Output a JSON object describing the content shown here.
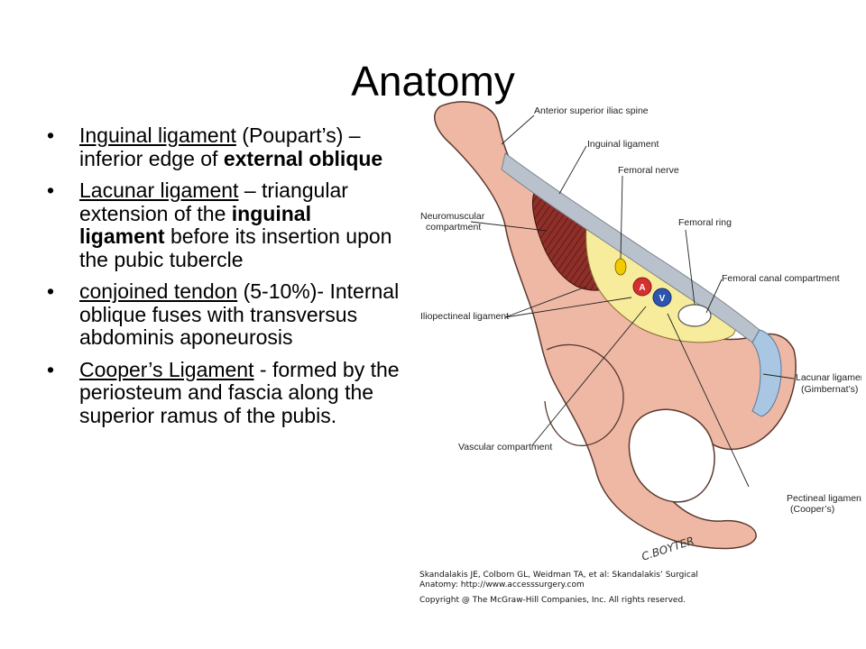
{
  "slide": {
    "title": "Anatomy"
  },
  "bullets": [
    {
      "term": "Inguinal ligament",
      "text_before_bold": " (Poupart’s) – inferior edge of ",
      "bold": "external oblique",
      "text_after_bold": ""
    },
    {
      "term": "Lacunar ligament",
      "text_before_bold": " – triangular extension of the ",
      "bold": "inguinal ligament",
      "text_after_bold": " before its insertion upon the pubic tubercle"
    },
    {
      "term": "conjoined tendon",
      "text_before_bold": " (5-10%)- Internal oblique fuses with transversus abdominis aponeurosis",
      "bold": "",
      "text_after_bold": ""
    },
    {
      "term": "Cooper’s Ligament",
      "text_before_bold": " - formed by the periosteum and fascia along the superior ramus of the pubis.",
      "bold": "",
      "text_after_bold": ""
    }
  ],
  "figure": {
    "labels": {
      "asis": "Anterior superior iliac spine",
      "inguinal": "Inguinal ligament",
      "femoral_nerve": "Femoral nerve",
      "neuromuscular_1": "Neuromuscular",
      "neuromuscular_2": "compartment",
      "femoral_ring": "Femoral ring",
      "femoral_canal": "Femoral canal compartment",
      "iliopectineal": "Iliopectineal ligament",
      "lacunar_1": "Lacunar ligament",
      "lacunar_2": "(Gimbernat’s)",
      "vascular": "Vascular compartment",
      "pectineal_1": "Pectineal ligament",
      "pectineal_2": "(Cooper’s)",
      "artery": "A",
      "vein": "V",
      "signature": "C.BOYTER"
    },
    "colors": {
      "bone": "#efb8a5",
      "bone_outline": "#5a3a30",
      "muscle": "#8e2f2a",
      "fat": "#f7ec9b",
      "ligament": "#b9c2cc",
      "lacunar": "#a9c6e2",
      "artery": "#d62f2f",
      "vein": "#2d55b0"
    }
  },
  "caption": {
    "citation_line1": "Skandalakis JE, Colborn GL, Weidman TA, et al: Skandalakis’ Surgical",
    "citation_line2": "Anatomy: http://www.accesssurgery.com",
    "copyright": "Copyright @ The McGraw-Hill Companies, Inc. All rights reserved."
  }
}
